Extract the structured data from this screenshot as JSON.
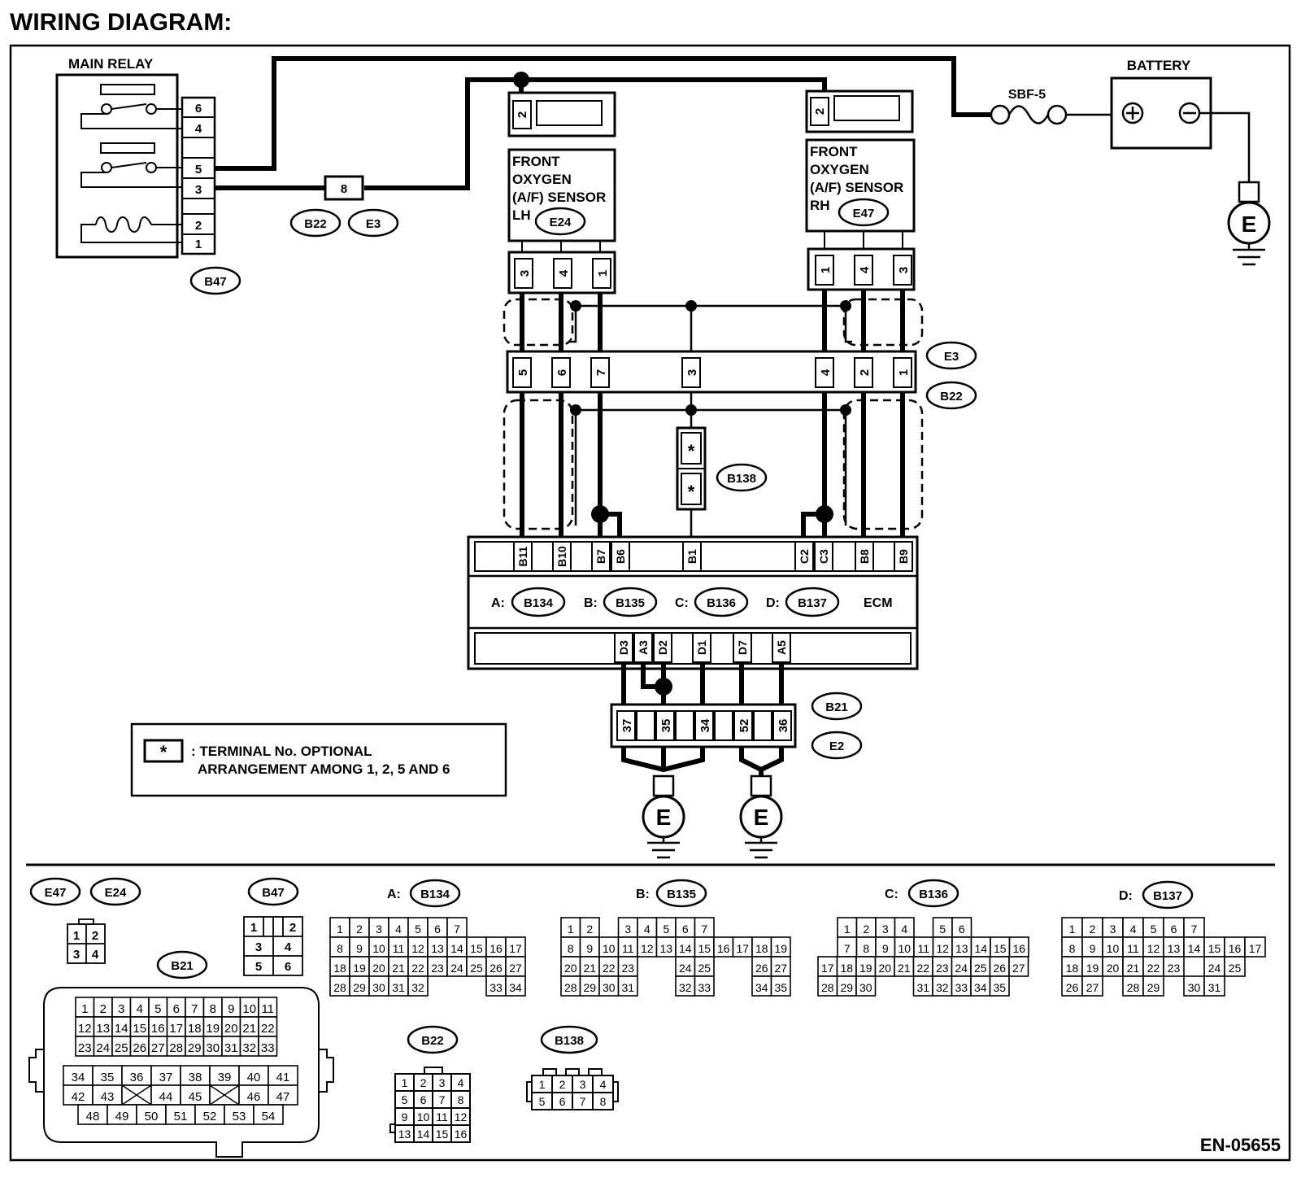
{
  "title": "WIRING DIAGRAM:",
  "figure_id": "EN-05655",
  "main_relay": {
    "label": "MAIN RELAY",
    "connector": "B47",
    "pins": [
      "6",
      "4",
      "5",
      "3",
      "2",
      "1"
    ]
  },
  "battery": {
    "label": "BATTERY",
    "fuse": "SBF-5"
  },
  "ground_label": "E",
  "inline_connector": {
    "pin": "8",
    "ids": [
      "B22",
      "E3"
    ]
  },
  "sensor_lh": {
    "line1": "FRONT",
    "line2": "OXYGEN",
    "line3": "(A/F)  SENSOR",
    "line4": "LH",
    "connector": "E24",
    "top_pin": "2",
    "pins": [
      "3",
      "4",
      "1"
    ]
  },
  "sensor_rh": {
    "line1": "FRONT",
    "line2": "OXYGEN",
    "line3": "(A/F)  SENSOR",
    "line4": "RH",
    "connector": "E47",
    "top_pin": "2",
    "pins": [
      "1",
      "4",
      "3"
    ]
  },
  "junction": {
    "ids": [
      "E3",
      "B22"
    ],
    "pins": [
      "5",
      "6",
      "7",
      "3",
      "4",
      "2",
      "1"
    ]
  },
  "joint_connector": {
    "id": "B138",
    "pin": "*"
  },
  "ecm": {
    "label": "ECM",
    "top_pins": [
      "B11",
      "B10",
      "B7",
      "B6",
      "B1",
      "C2",
      "C3",
      "B8",
      "B9"
    ],
    "bottom_pins": [
      "D3",
      "A3",
      "D2",
      "D1",
      "D7",
      "A5"
    ],
    "connectors": [
      {
        "prefix": "A:",
        "id": "B134"
      },
      {
        "prefix": "B:",
        "id": "B135"
      },
      {
        "prefix": "C:",
        "id": "B136"
      },
      {
        "prefix": "D:",
        "id": "B137"
      }
    ]
  },
  "ground_connector": {
    "ids": [
      "B21",
      "E2"
    ],
    "pins": [
      "37",
      "35",
      "34",
      "52",
      "36"
    ]
  },
  "note": {
    "symbol": "*",
    "line1": ": TERMINAL No. OPTIONAL",
    "line2": "ARRANGEMENT AMONG 1, 2, 5   AND 6"
  },
  "connector_views": {
    "e47": "E47",
    "e24": "E24",
    "e_pins": [
      "1",
      "2",
      "3",
      "4"
    ],
    "b47": "B47",
    "b47_pins": [
      "1",
      "2",
      "3",
      "4",
      "5",
      "6"
    ],
    "b21": "B21",
    "b21_rows": [
      [
        "1",
        "2",
        "3",
        "4",
        "5",
        "6",
        "7",
        "8",
        "9",
        "10",
        "11"
      ],
      [
        "12",
        "13",
        "14",
        "15",
        "16",
        "17",
        "18",
        "19",
        "20",
        "21",
        "22"
      ],
      [
        "23",
        "24",
        "25",
        "26",
        "27",
        "28",
        "29",
        "30",
        "31",
        "32",
        "33"
      ],
      [
        "34",
        "35",
        "36",
        "37",
        "38",
        "39",
        "40",
        "41"
      ],
      [
        "42",
        "43",
        "",
        "44",
        "45",
        "",
        "46",
        "47"
      ],
      [
        "48",
        "49",
        "50",
        "51",
        "52",
        "53",
        "54"
      ]
    ],
    "b22": "B22",
    "b22_rows": [
      [
        "1",
        "2",
        "3",
        "4"
      ],
      [
        "5",
        "6",
        "7",
        "8"
      ],
      [
        "9",
        "10",
        "11",
        "12"
      ],
      [
        "13",
        "14",
        "15",
        "16"
      ]
    ],
    "b138": "B138",
    "b138_rows": [
      [
        "1",
        "2",
        "3",
        "4"
      ],
      [
        "5",
        "6",
        "7",
        "8"
      ]
    ],
    "b134": {
      "prefix": "A:",
      "id": "B134",
      "rows": [
        [
          "1",
          "2",
          "3",
          "4",
          "5",
          "6",
          "7"
        ],
        [
          "8",
          "9",
          "10",
          "11",
          "12",
          "13",
          "14",
          "15",
          "16",
          "17"
        ],
        [
          "18",
          "19",
          "20",
          "21",
          "22",
          "23",
          "24",
          "25",
          "26",
          "27"
        ],
        [
          "28",
          "29",
          "30",
          "31",
          "32",
          "",
          "",
          "",
          "33",
          "34"
        ]
      ]
    },
    "b135": {
      "prefix": "B:",
      "id": "B135",
      "rows": [
        [
          "1",
          "2",
          "",
          "3",
          "4",
          "5",
          "6",
          "7"
        ],
        [
          "8",
          "9",
          "10",
          "11",
          "12",
          "13",
          "14",
          "15",
          "16",
          "17",
          "18",
          "19"
        ],
        [
          "20",
          "21",
          "22",
          "23",
          "",
          "",
          "24",
          "25",
          "",
          "",
          "26",
          "27"
        ],
        [
          "28",
          "29",
          "30",
          "31",
          "",
          "",
          "32",
          "33",
          "",
          "",
          "34",
          "35"
        ]
      ]
    },
    "b136": {
      "prefix": "C:",
      "id": "B136",
      "rows": [
        [
          "1",
          "2",
          "3",
          "4",
          "",
          "5",
          "6"
        ],
        [
          "7",
          "8",
          "9",
          "10",
          "11",
          "12",
          "13",
          "14",
          "15",
          "16"
        ],
        [
          "17",
          "18",
          "19",
          "20",
          "21",
          "22",
          "23",
          "24",
          "25",
          "26",
          "27"
        ],
        [
          "28",
          "29",
          "30",
          "",
          "",
          "31",
          "32",
          "33",
          "34",
          "35"
        ]
      ]
    },
    "b137": {
      "prefix": "D:",
      "id": "B137",
      "rows": [
        [
          "1",
          "2",
          "3",
          "4",
          "5",
          "6",
          "7"
        ],
        [
          "8",
          "9",
          "10",
          "11",
          "12",
          "13",
          "14",
          "15",
          "16",
          "17"
        ],
        [
          "18",
          "19",
          "20",
          "21",
          "22",
          "23",
          "",
          "24",
          "25"
        ],
        [
          "26",
          "27",
          "",
          "28",
          "29",
          "",
          "30",
          "31"
        ]
      ]
    }
  }
}
